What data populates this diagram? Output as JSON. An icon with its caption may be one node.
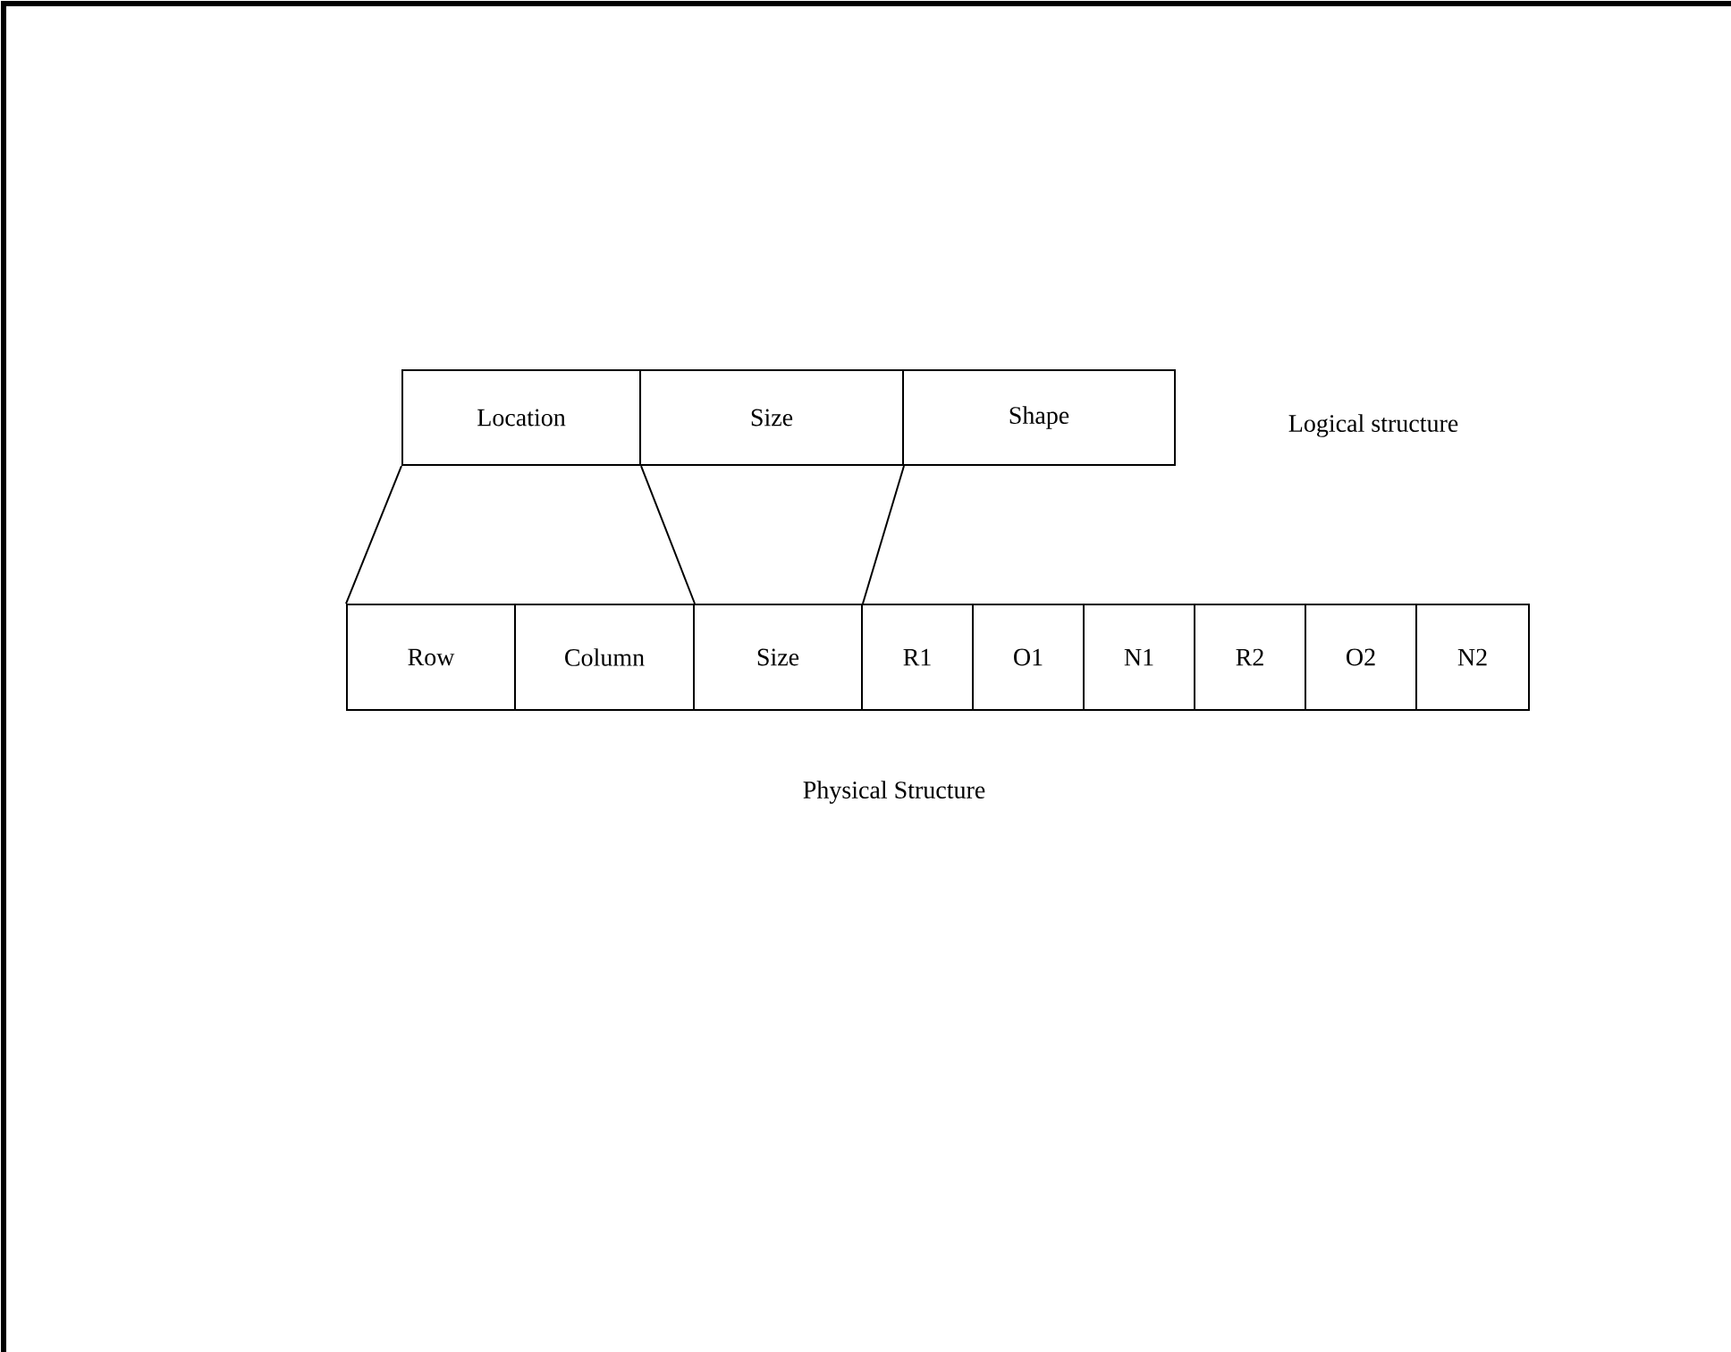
{
  "diagram": {
    "nodes": [
      {
        "text": [
          "Location"
        ]
      },
      {
        "text": [
          "Size"
        ]
      },
      {
        "text": [
          "Shape"
        ]
      },
      {
        "text": [
          "Row"
        ]
      },
      {
        "text": [
          "Column"
        ]
      },
      {
        "text": [
          "Size"
        ]
      },
      {
        "text": [
          "R1"
        ]
      },
      {
        "text": [
          "O1"
        ]
      },
      {
        "text": [
          "N1"
        ]
      },
      {
        "text": [
          "R2"
        ]
      },
      {
        "text": [
          "O2"
        ]
      },
      {
        "text": [
          "N2"
        ]
      }
    ],
    "edges": [
      {
        "from": 0,
        "to": 3,
        "arrow": "none"
      },
      {
        "from": 0,
        "to": 4,
        "arrow": "none"
      },
      {
        "from": 1,
        "to": 5,
        "arrow": "none"
      }
    ],
    "labels": [
      "Logical structure",
      "Physical Structure"
    ]
  }
}
